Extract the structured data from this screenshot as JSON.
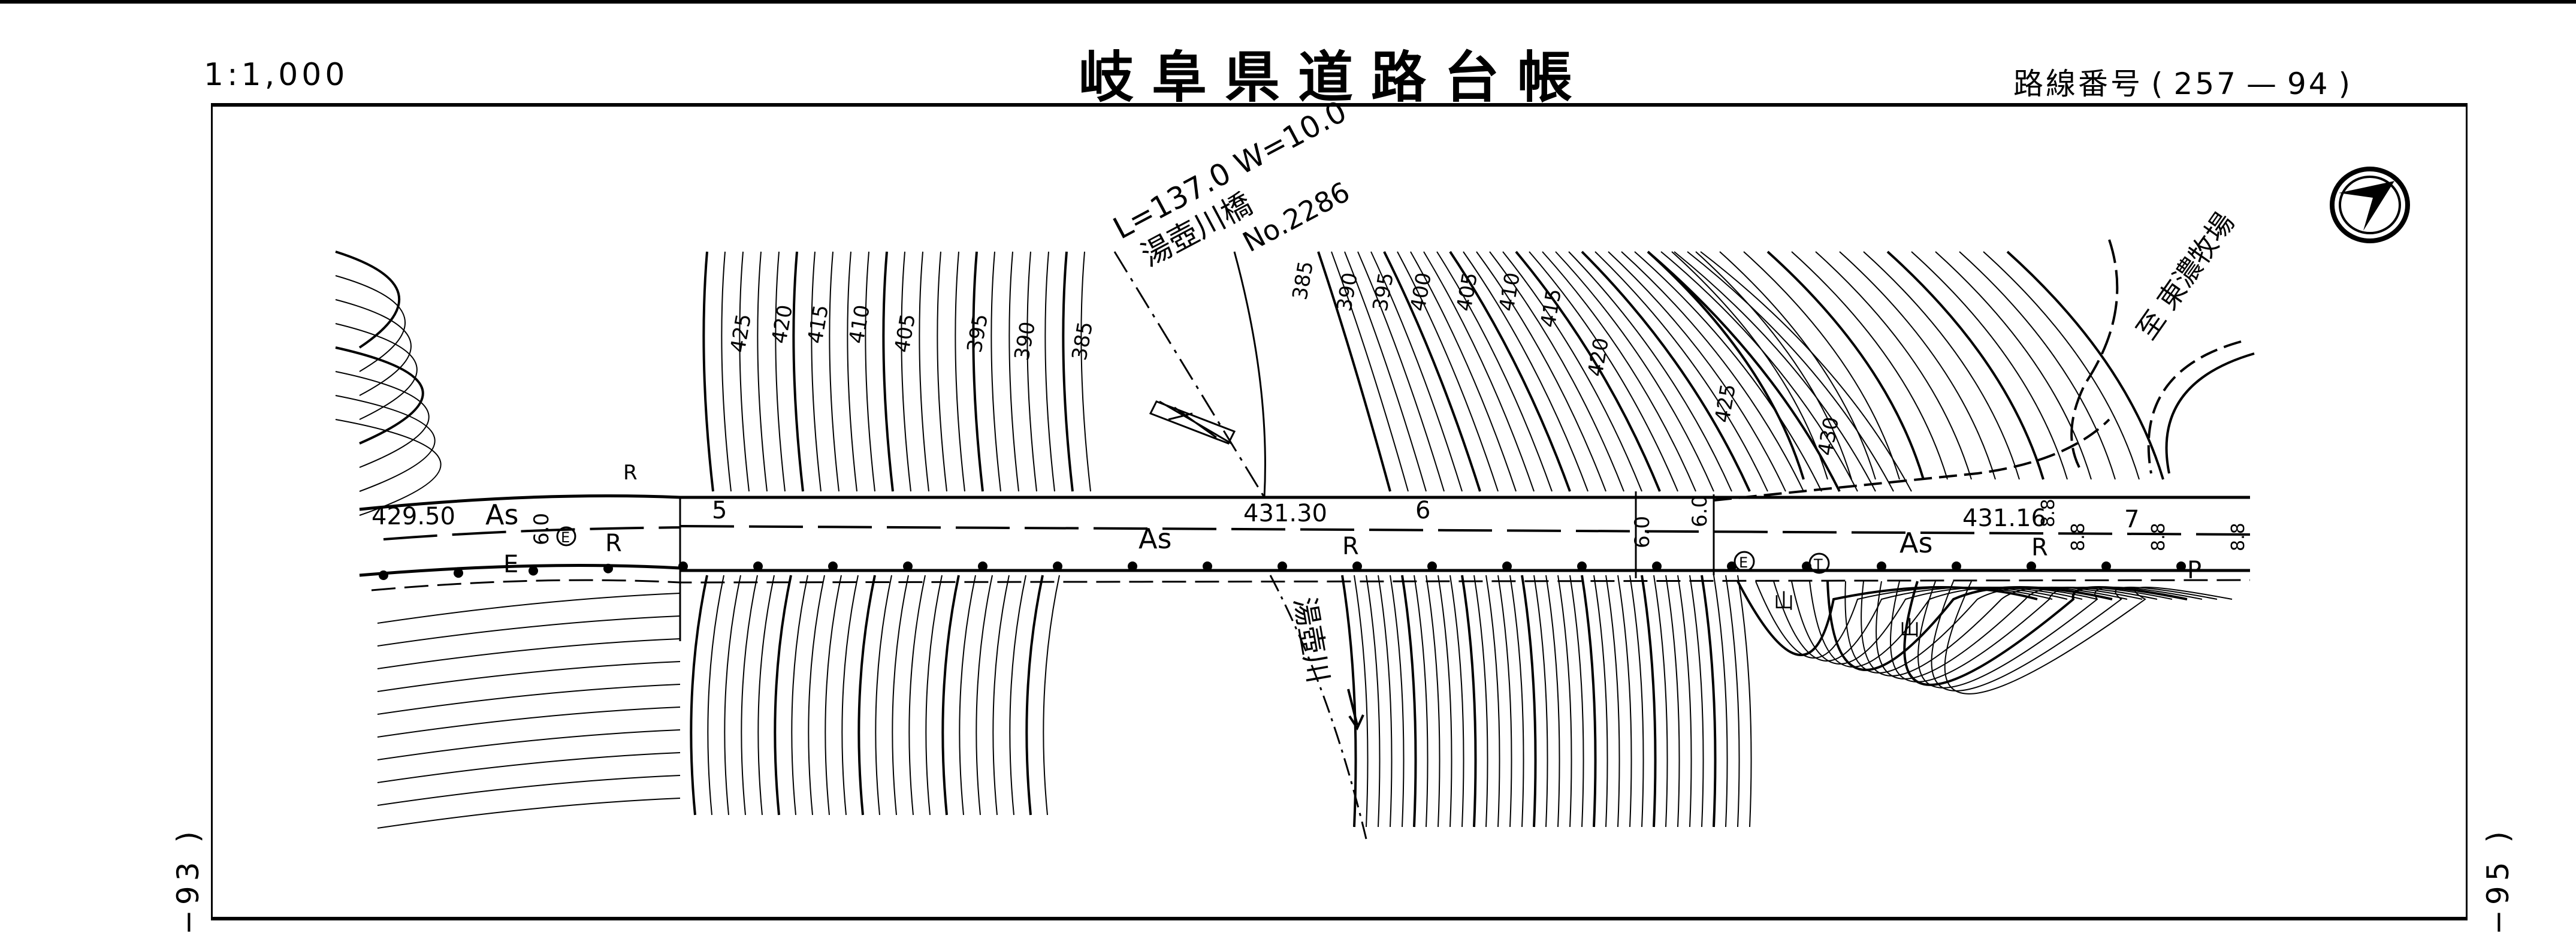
{
  "header": {
    "scale": "1:1,000",
    "title": "岐阜県道路台帳",
    "route_label": "路線番号",
    "route_open": "(",
    "route_number": "257",
    "route_dash": "—",
    "route_sheet": "94",
    "route_close": ")"
  },
  "sheet_refs": {
    "left": "−93 )",
    "right": "−95 )"
  },
  "bridge": {
    "dimensions": "L=137.0  W=10.0",
    "name": "湯壺川橋",
    "number": "No.2286"
  },
  "destination": "至 東濃牧場",
  "river": "湯壺川",
  "road_labels": {
    "elev_left": "429.50",
    "surface_left": "As",
    "r_left": "R",
    "e_left": "E",
    "e_circle_left": "E",
    "width_left": "6.0",
    "station_5": "5",
    "surface_mid": "As",
    "elev_mid": "431.30",
    "r_mid": "R",
    "station_6": "6",
    "width_mid_a": "6.0",
    "width_mid_b": "6.0",
    "e_circle_right": "E",
    "t_circle": "T",
    "surface_right": "As",
    "elev_right": "431.16",
    "r_right": "R",
    "station_7": "7",
    "width_right_a": "8.8",
    "width_right_b": "8.8",
    "width_right_c": "8.8",
    "width_right_d": "8.8",
    "p_label": "P",
    "r_side": "R"
  },
  "contour_labels_left": [
    "425",
    "420",
    "415",
    "410",
    "405",
    "395",
    "390",
    "385"
  ],
  "contour_labels_right": [
    "385",
    "390",
    "395",
    "400",
    "405",
    "410",
    "415",
    "420",
    "425",
    "430"
  ],
  "mountain_symbols": [
    "山",
    "山"
  ]
}
